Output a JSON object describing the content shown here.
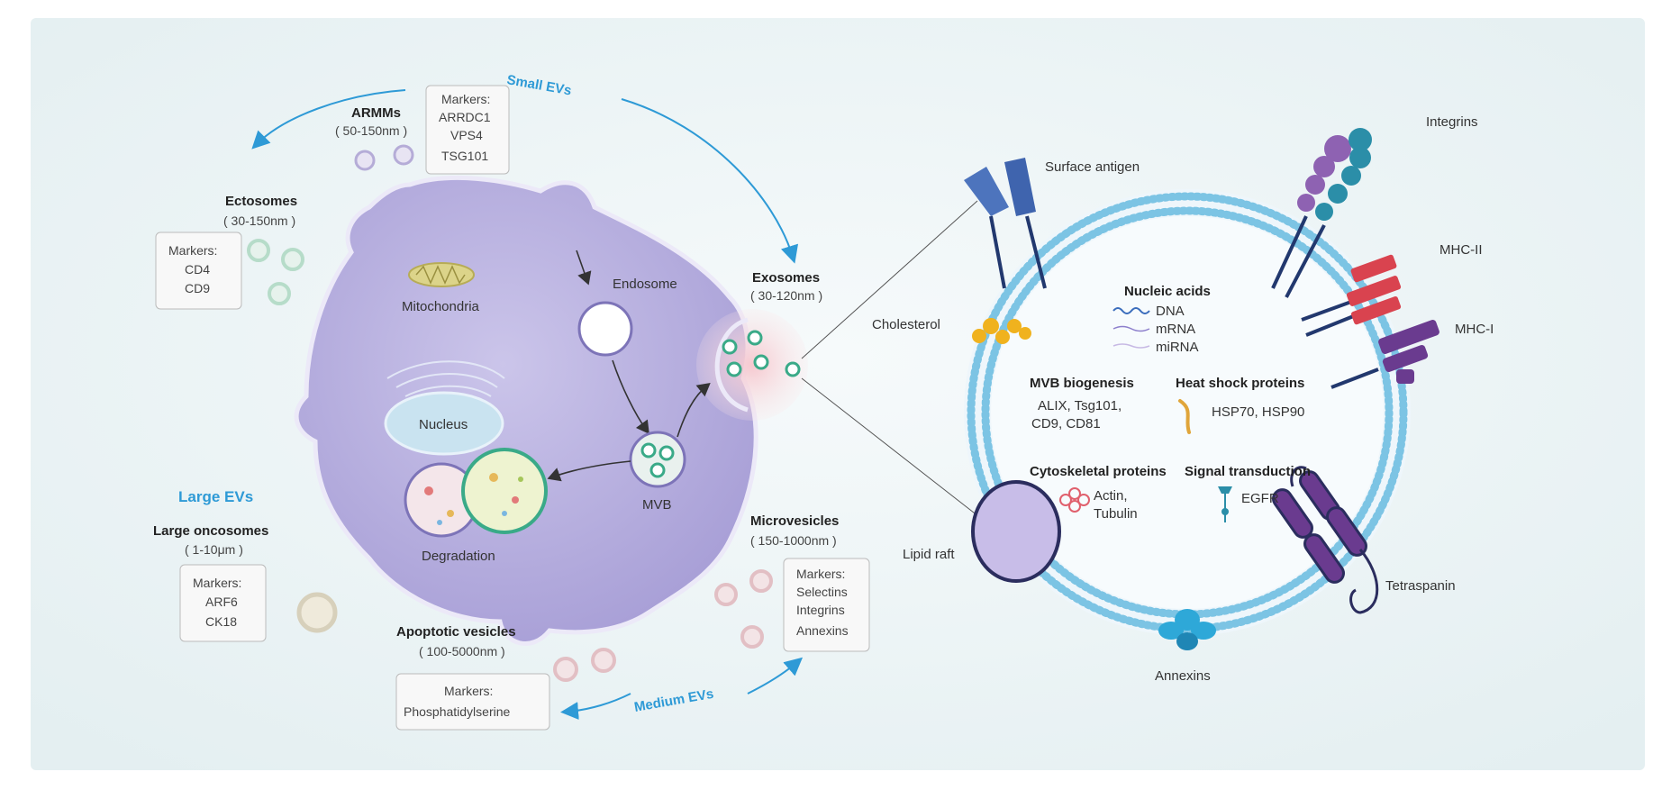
{
  "categories": {
    "small": "Small EVs",
    "large": "Large EVs",
    "medium": "Medium EVs"
  },
  "armms": {
    "title": "ARMMs",
    "size": "( 50-150nm )",
    "markers": [
      "Markers:",
      "ARRDC1",
      "VPS4",
      "TSG101"
    ]
  },
  "ectosomes": {
    "title": "Ectosomes",
    "size": "( 30-150nm )",
    "markers": [
      "Markers:",
      "CD4",
      "CD9"
    ]
  },
  "exosomes": {
    "title": "Exosomes",
    "size": "( 30-120nm )"
  },
  "large_oncosomes": {
    "title": "Large oncosomes",
    "size": "( 1-10μm )",
    "markers": [
      "Markers:",
      "ARF6",
      "CK18"
    ]
  },
  "microvesicles": {
    "title": "Microvesicles",
    "size": "( 150-1000nm )",
    "markers": [
      "Markers:",
      "Selectins",
      "Integrins",
      "Annexins"
    ]
  },
  "apoptotic": {
    "title": "Apoptotic vesicles",
    "size": "( 100-5000nm )",
    "markers": [
      "Markers:",
      "Phosphatidylserine"
    ]
  },
  "cell": {
    "mitochondria": "Mitochondria",
    "endosome": "Endosome",
    "nucleus": "Nucleus",
    "mvb": "MVB",
    "degradation": "Degradation"
  },
  "exosome_detail": {
    "surface_antigen": "Surface antigen",
    "integrins": "Integrins",
    "mhc2": "MHC-II",
    "mhc1": "MHC-I",
    "cholesterol": "Cholesterol",
    "lipid_raft": "Lipid raft",
    "tetraspanin": "Tetraspanin",
    "annexins": "Annexins",
    "nucleic": {
      "title": "Nucleic acids",
      "items": [
        "DNA",
        "mRNA",
        "miRNA"
      ]
    },
    "mvb_biogenesis": {
      "title": "MVB biogenesis",
      "lines": [
        "ALIX, Tsg101,",
        "CD9, CD81"
      ]
    },
    "heat_shock": {
      "title": "Heat shock proteins",
      "lines": [
        "HSP70, HSP90"
      ]
    },
    "cytoskeletal": {
      "title": "Cytoskeletal proteins",
      "lines": [
        "Actin,",
        "Tubulin"
      ]
    },
    "signal": {
      "title": "Signal transduction",
      "lines": [
        "EGFR"
      ]
    }
  },
  "colors": {
    "accent_blue": "#2e9ad6",
    "cell_fill": "#b9b1dd",
    "membrane_dots": "#7cc4e4"
  }
}
